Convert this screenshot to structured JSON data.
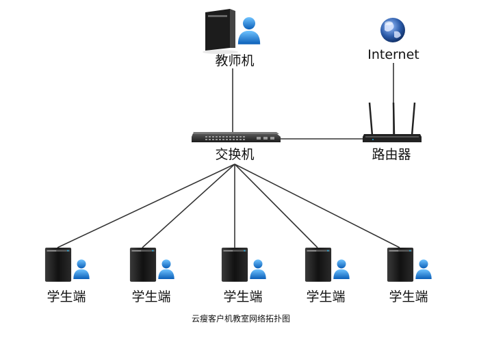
{
  "teacher": {
    "label": "教师机"
  },
  "internet": {
    "label": "Internet"
  },
  "switch": {
    "label": "交换机"
  },
  "router": {
    "label": "路由器"
  },
  "students": [
    {
      "label": "学生端"
    },
    {
      "label": "学生端"
    },
    {
      "label": "学生端"
    },
    {
      "label": "学生端"
    },
    {
      "label": "学生端"
    }
  ],
  "caption": "云瘦客户机教室网络拓扑图",
  "colors": {
    "line": "#333333",
    "pc_body": "#1a1a1a",
    "user_icon": "#1f7fd6",
    "globe": "#2a5aa8"
  }
}
